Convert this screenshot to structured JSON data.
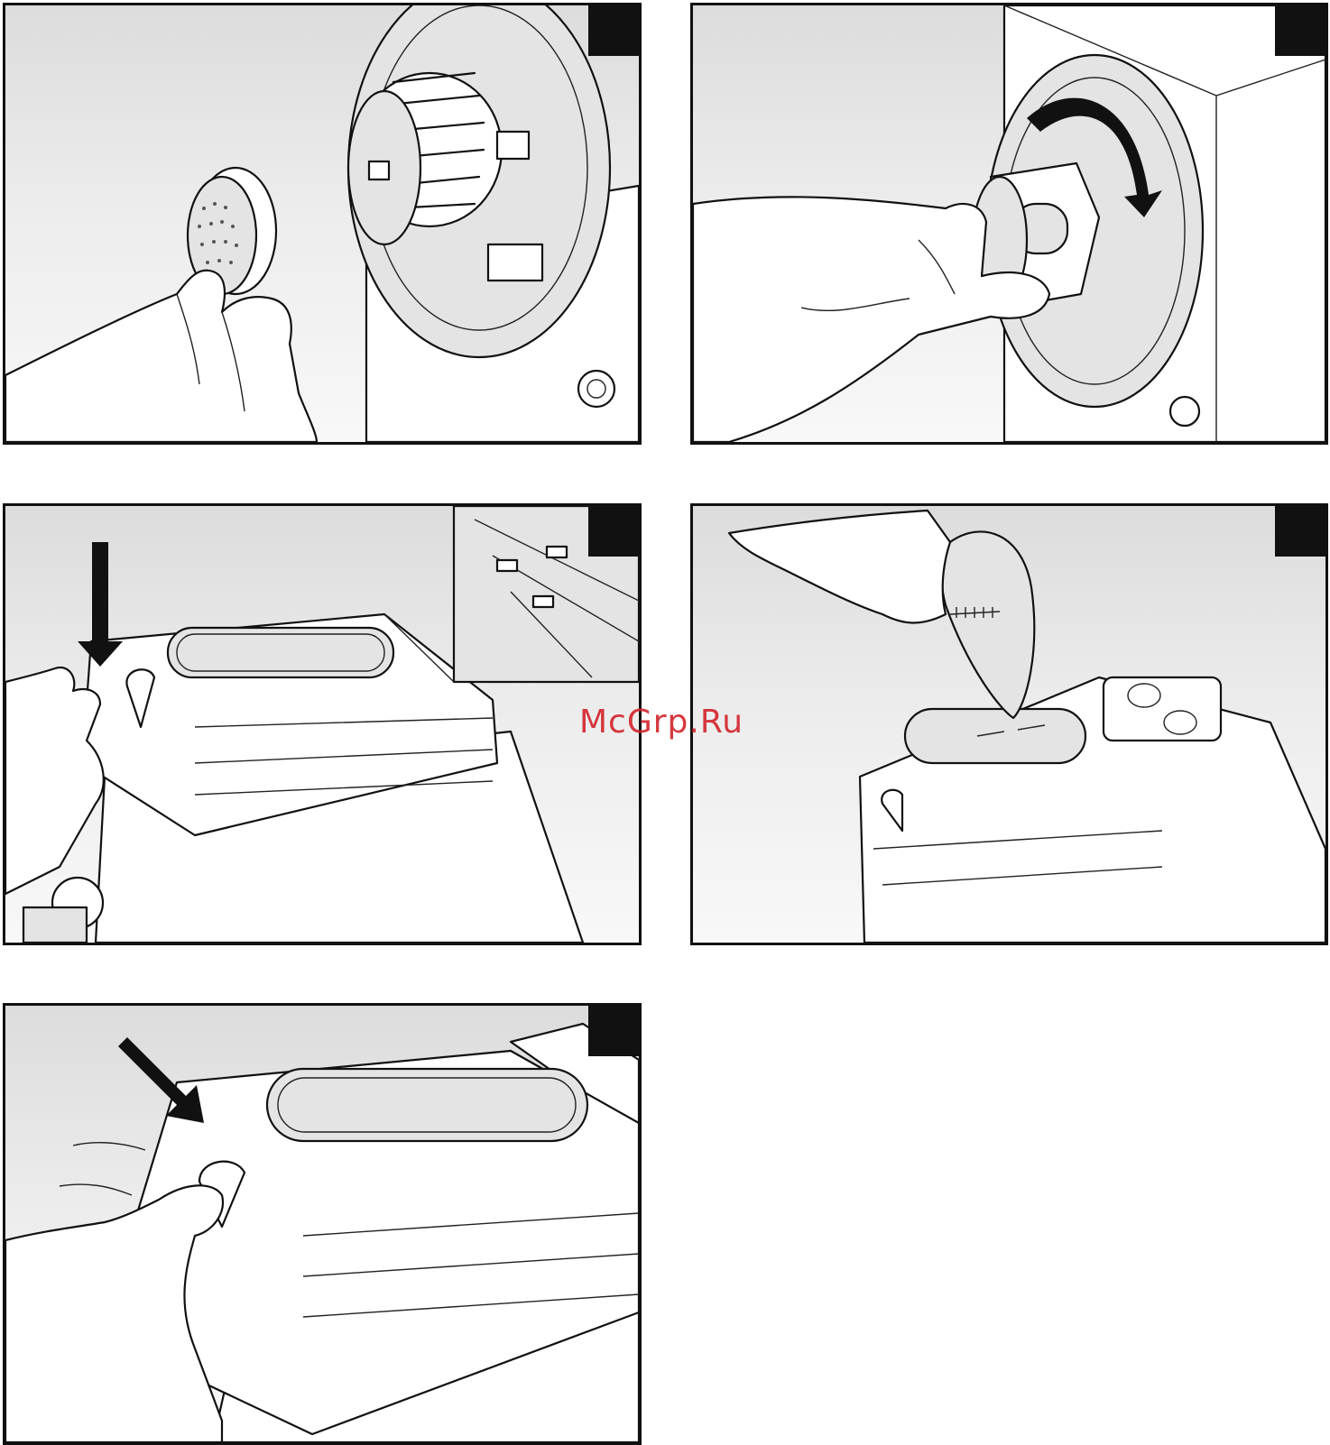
{
  "watermark": {
    "text": "McGrp.Ru",
    "color": "#d2232a"
  },
  "panels": [
    {
      "step": "attach-filter",
      "icons": [
        "hand-icon",
        "filter-disc-icon",
        "machine-outlet-icon"
      ]
    },
    {
      "step": "screw-cap",
      "icons": [
        "hand-icon",
        "rotate-arrow-icon",
        "cap-icon"
      ]
    },
    {
      "step": "open-lid",
      "icons": [
        "down-arrow-icon",
        "hand-icon",
        "lid-icon",
        "detail-inset-icon"
      ]
    },
    {
      "step": "pour-water",
      "icons": [
        "hand-icon",
        "measuring-cup-icon",
        "machine-icon"
      ]
    },
    {
      "step": "close-lid",
      "icons": [
        "diagonal-arrow-icon",
        "hand-icon",
        "lid-icon"
      ]
    }
  ],
  "colors": {
    "panel_bg": "#e6e6e6",
    "line": "#111111",
    "marker": "#111111"
  }
}
